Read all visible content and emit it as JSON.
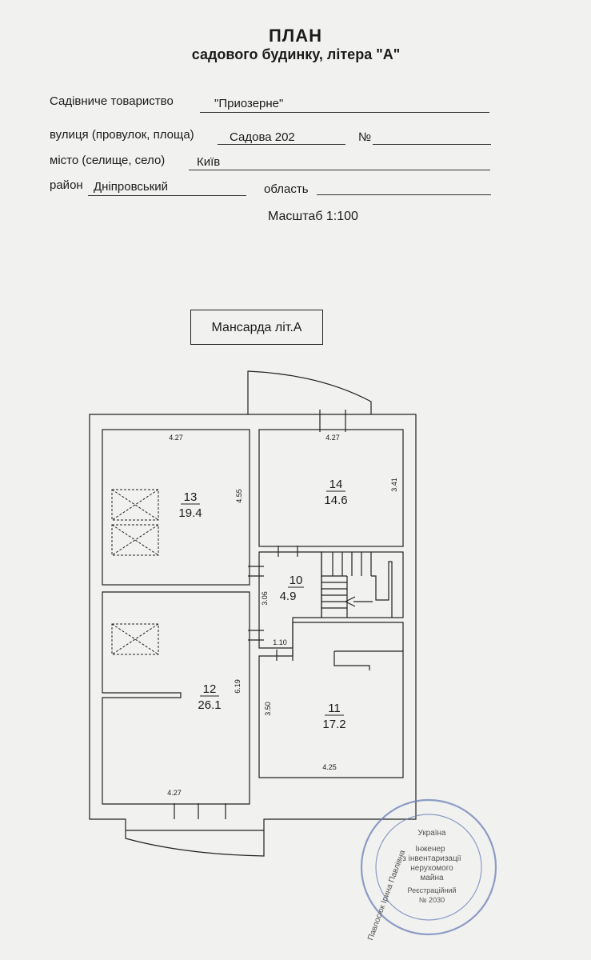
{
  "header": {
    "title": "ПЛАН",
    "subtitle": "садового будинку, літера \"А\""
  },
  "form": {
    "society_label": "Садівниче товариство",
    "society_value": "\"Приозерне\"",
    "street_label": "вулиця (провулок, площа)",
    "street_value": "Садова   202",
    "number_label": "№",
    "city_label": "місто (селище, село)",
    "city_value": "Київ",
    "district_label": "район",
    "district_value": "Дніпровський",
    "region_label": "область"
  },
  "scale": "Масштаб 1:100",
  "floor_caption": "Мансарда літ.А",
  "rooms": [
    {
      "number": "13",
      "area": "19.4"
    },
    {
      "number": "14",
      "area": "14.6"
    },
    {
      "number": "10",
      "area": "4.9"
    },
    {
      "number": "12",
      "area": "26.1"
    },
    {
      "number": "11",
      "area": "17.2"
    }
  ],
  "dimensions": {
    "r13_width": "4.27",
    "r13_height": "4.55",
    "r14_width": "4.27",
    "r14_height": "3.41",
    "r10_height": "3.06",
    "r10_width": "1.10",
    "r12_height": "6.19",
    "r12_width": "4.27",
    "r11_height": "3.50",
    "r11_width": "4.25"
  },
  "stamp": {
    "country": "Україна",
    "role_line1": "Інженер",
    "role_line2": "з інвентаризації",
    "role_line3": "нерухомого",
    "role_line4": "майна",
    "reg_line1": "Реєстраційний",
    "reg_line2": "№ 2030",
    "name": "Павлосюк Ірина Павлівна"
  },
  "colors": {
    "paper": "#f1f1ef",
    "ink": "#1b1b1b",
    "stamp": "#6c7fb8"
  }
}
